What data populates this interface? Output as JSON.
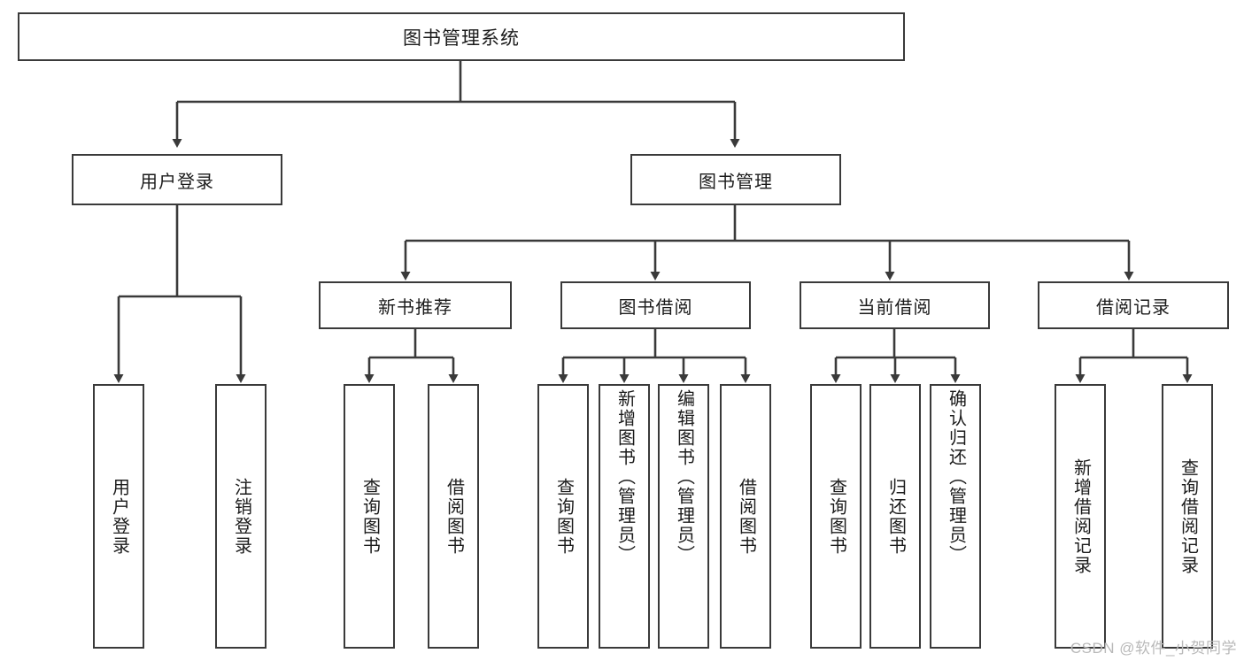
{
  "diagram": {
    "title": "图书管理系统",
    "type": "tree",
    "root": {
      "label": "图书管理系统"
    },
    "level1": [
      {
        "label": "用户登录"
      },
      {
        "label": "图书管理"
      }
    ],
    "level2": [
      {
        "label": "新书推荐",
        "parent": "图书管理"
      },
      {
        "label": "图书借阅",
        "parent": "图书管理"
      },
      {
        "label": "当前借阅",
        "parent": "图书管理"
      },
      {
        "label": "借阅记录",
        "parent": "图书管理"
      }
    ],
    "leaves": [
      {
        "label": "用户登录",
        "parent": "用户登录"
      },
      {
        "label": "注销登录",
        "parent": "用户登录"
      },
      {
        "label": "查询图书",
        "parent": "新书推荐"
      },
      {
        "label": "借阅图书",
        "parent": "新书推荐"
      },
      {
        "label": "查询图书",
        "parent": "图书借阅"
      },
      {
        "label": "新增图书（管理员）",
        "parent": "图书借阅"
      },
      {
        "label": "编辑图书（管理员）",
        "parent": "图书借阅"
      },
      {
        "label": "借阅图书",
        "parent": "图书借阅"
      },
      {
        "label": "查询图书",
        "parent": "当前借阅"
      },
      {
        "label": "归还图书",
        "parent": "当前借阅"
      },
      {
        "label": "确认归还（管理员）",
        "parent": "当前借阅"
      },
      {
        "label": "新增借阅记录",
        "parent": "借阅记录"
      },
      {
        "label": "查询借阅记录",
        "parent": "借阅记录"
      }
    ]
  },
  "watermark": {
    "text": "CSDN @软件_小贺同学"
  },
  "colors": {
    "border": "#3a3a3a",
    "text": "#1b1b1b",
    "background": "#ffffff",
    "watermark": "#b9b9b9"
  }
}
